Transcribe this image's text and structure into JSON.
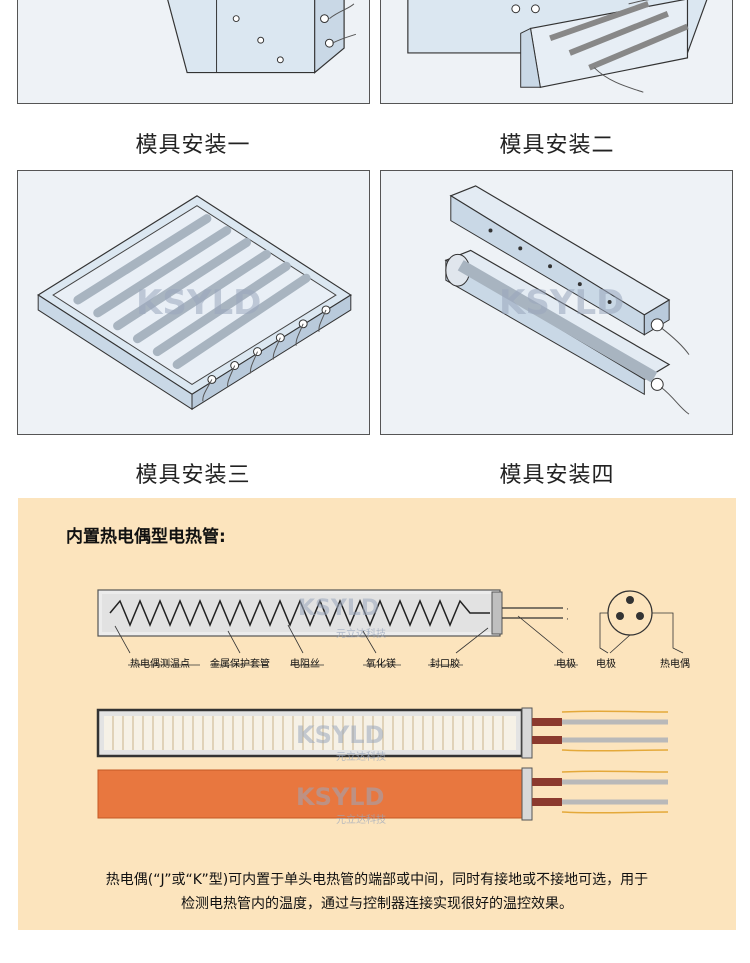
{
  "captions": [
    "模具安装一",
    "模具安装二",
    "模具安装三",
    "模具安装四"
  ],
  "watermark": {
    "logo": "KSYLD",
    "company": "元立达科技"
  },
  "info": {
    "title": "内置热电偶型电热管:",
    "labels": {
      "thermo_point": "热电偶测温点",
      "sheath": "金属保护套管",
      "resistance_wire": "电阻丝",
      "mgo": "氧化镁",
      "seal": "封口胶",
      "electrode_a": "电极",
      "electrode_b": "电极",
      "thermocouple": "热电偶"
    },
    "description": [
      "热电偶(“J”或“K”型)可内置于单头电热管的端部或中间，同时有接地或不接地可选，用于",
      "检测电热管内的温度，通过与控制器连接实现很好的温控效果。"
    ]
  },
  "colors": {
    "panel_bg": "#eef2f6",
    "info_bg": "#fce4bd",
    "heater_orange": "#e8773f",
    "lead_brown": "#8b3a2e"
  }
}
